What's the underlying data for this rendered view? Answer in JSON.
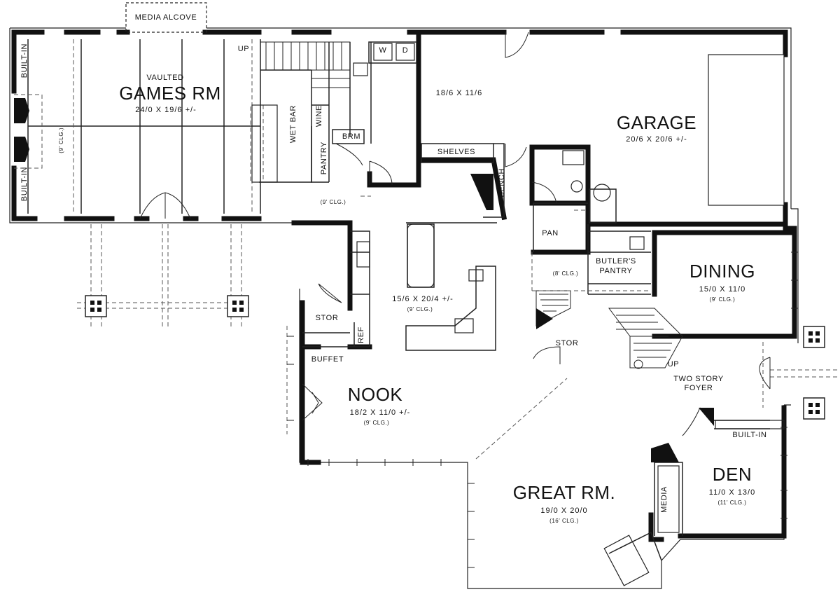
{
  "rooms": {
    "games_rm": {
      "note": "VAULTED",
      "name": "GAMES RM",
      "dim": "24/0 X 19/6 +/-",
      "clg": "(9' CLG.)"
    },
    "garage": {
      "name": "GARAGE",
      "dim": "20/6 X 20/6 +/-",
      "bay_dim": "18/6 X 11/6"
    },
    "dining": {
      "name": "DINING",
      "dim": "15/0 X 11/0",
      "clg": "(9' CLG.)"
    },
    "kitchen": {
      "dim": "15/6 X 20/4 +/-",
      "clg": "(9' CLG.)",
      "hall_clg": "(9' CLG.)"
    },
    "nook": {
      "name": "NOOK",
      "dim": "18/2 X 11/0 +/-",
      "clg": "(9' CLG.)"
    },
    "great_rm": {
      "name": "GREAT RM.",
      "dim": "19/0 X 20/0",
      "clg": "(16' CLG.)"
    },
    "den": {
      "name": "DEN",
      "dim": "11/0 X 13/0",
      "clg": "(11' CLG.)"
    },
    "foyer": {
      "line1": "TWO STORY",
      "line2": "FOYER",
      "up": "UP"
    },
    "butlers_pantry": {
      "line1": "BUTLER'S",
      "line2": "PANTRY",
      "clg": "(8' CLG.)"
    }
  },
  "labels": {
    "media_alcove": "MEDIA ALCOVE",
    "built_in_top": "BUILT-IN",
    "built_in_bottom": "BUILT-IN",
    "up_stair": "UP",
    "wet_bar": "WET BAR",
    "wine": "WINE",
    "pantry": "PANTRY",
    "brm": "BRM",
    "washer": "W",
    "dryer": "D",
    "shelves": "SHELVES",
    "bench": "BENCH",
    "pan": "PAN",
    "stor_left": "STOR",
    "stor_center": "STOR",
    "ref": "REF",
    "buffet": "BUFFET",
    "media": "MEDIA",
    "den_built_in": "BUILT-IN"
  },
  "colors": {
    "wall": "#111111",
    "line": "#222222",
    "dash": "#555555",
    "background": "#ffffff"
  }
}
